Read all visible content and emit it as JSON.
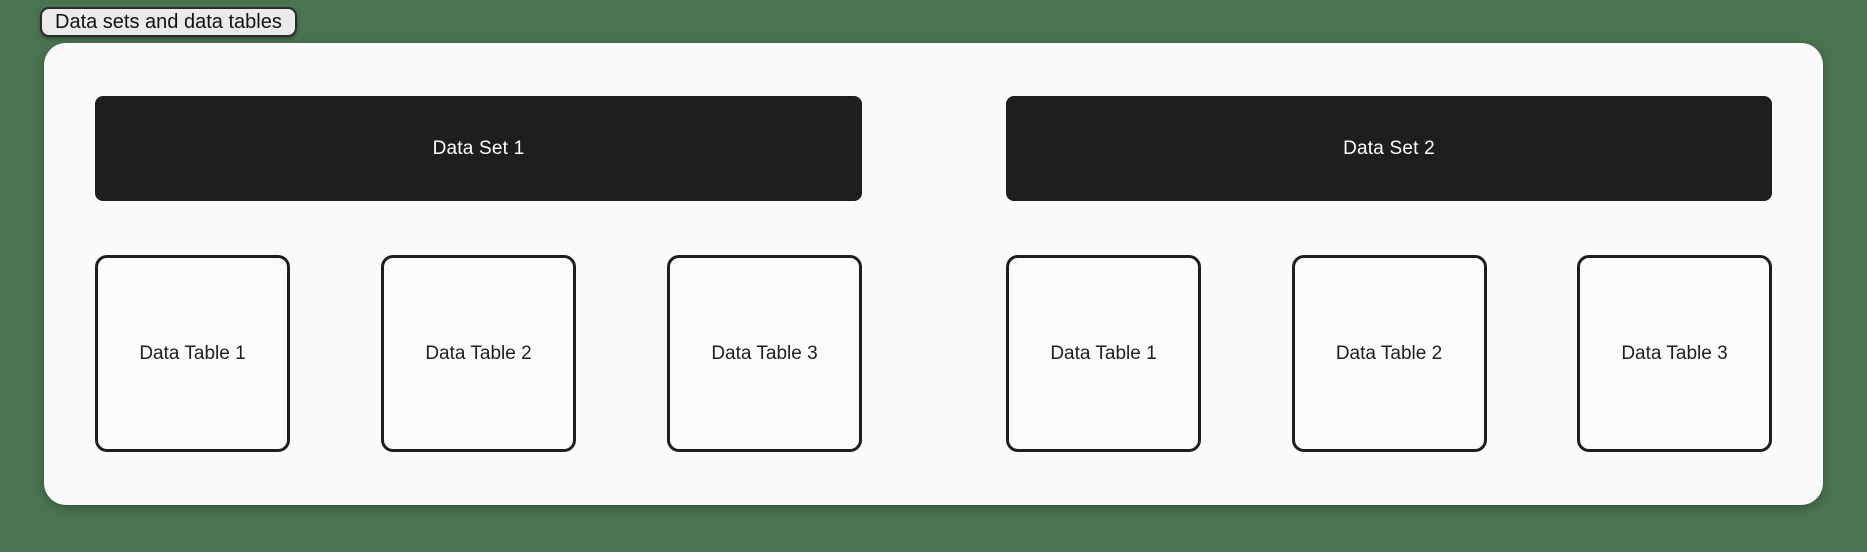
{
  "canvas": {
    "frame_label": "Data sets and data tables"
  },
  "colors": {
    "canvas_bg": "#4a7350",
    "card_bg": "#fafafa",
    "dataset_node_bg": "#1f1d1e",
    "dataset_node_text": "#ffffff",
    "table_node_bg": "#fbfbfb",
    "table_node_border": "#1e1e1e",
    "table_node_text": "#1e1e1e",
    "frame_label_bg": "#ebebeb",
    "frame_label_border": "#2b2b2b",
    "frame_label_text": "#111111"
  },
  "groups": [
    {
      "set_label": "Data Set 1",
      "tables": [
        "Data Table 1",
        "Data Table 2",
        "Data Table 3"
      ]
    },
    {
      "set_label": "Data Set 2",
      "tables": [
        "Data Table 1",
        "Data Table 2",
        "Data Table 3"
      ]
    }
  ]
}
